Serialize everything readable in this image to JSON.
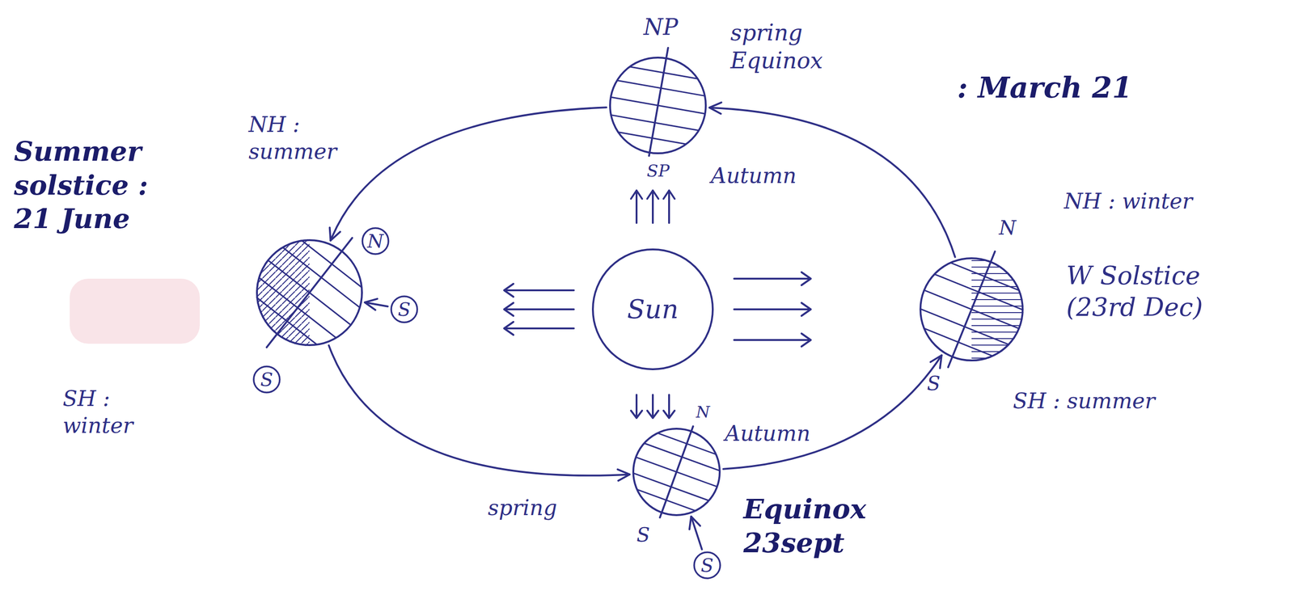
{
  "diagram": {
    "nodes": [
      {
        "text": [
          "NP",
          "SP"
        ]
      },
      {
        "text": [
          "Summer solstice : 21 June"
        ]
      },
      {
        "text": [
          "N"
        ]
      },
      {
        "text": [
          "S"
        ]
      },
      {
        "text": [
          "S"
        ]
      },
      {
        "text": [
          "Sun"
        ]
      },
      {
        "text": [
          "N",
          "S"
        ]
      },
      {
        "text": [
          "N",
          "S"
        ]
      },
      {
        "text": [
          "S"
        ]
      }
    ],
    "edges": [
      {
        "from": 0,
        "to": 1,
        "arrow": "to"
      },
      {
        "from": 1,
        "to": 7,
        "arrow": "to"
      },
      {
        "from": 7,
        "to": 6,
        "arrow": "to"
      },
      {
        "from": 6,
        "to": 0,
        "arrow": "to"
      },
      {
        "from": 3,
        "to": 1,
        "arrow": "to"
      },
      {
        "from": 8,
        "to": 7,
        "arrow": "to"
      }
    ],
    "labels": [
      "spring Equinox",
      ": March 21",
      "NH : summer",
      "Autumn",
      "NH : winter",
      "W Solstice (23rd Dec)",
      "SH : winter",
      "SH : summer",
      "Autumn",
      "spring",
      "Equinox 23sept"
    ]
  }
}
